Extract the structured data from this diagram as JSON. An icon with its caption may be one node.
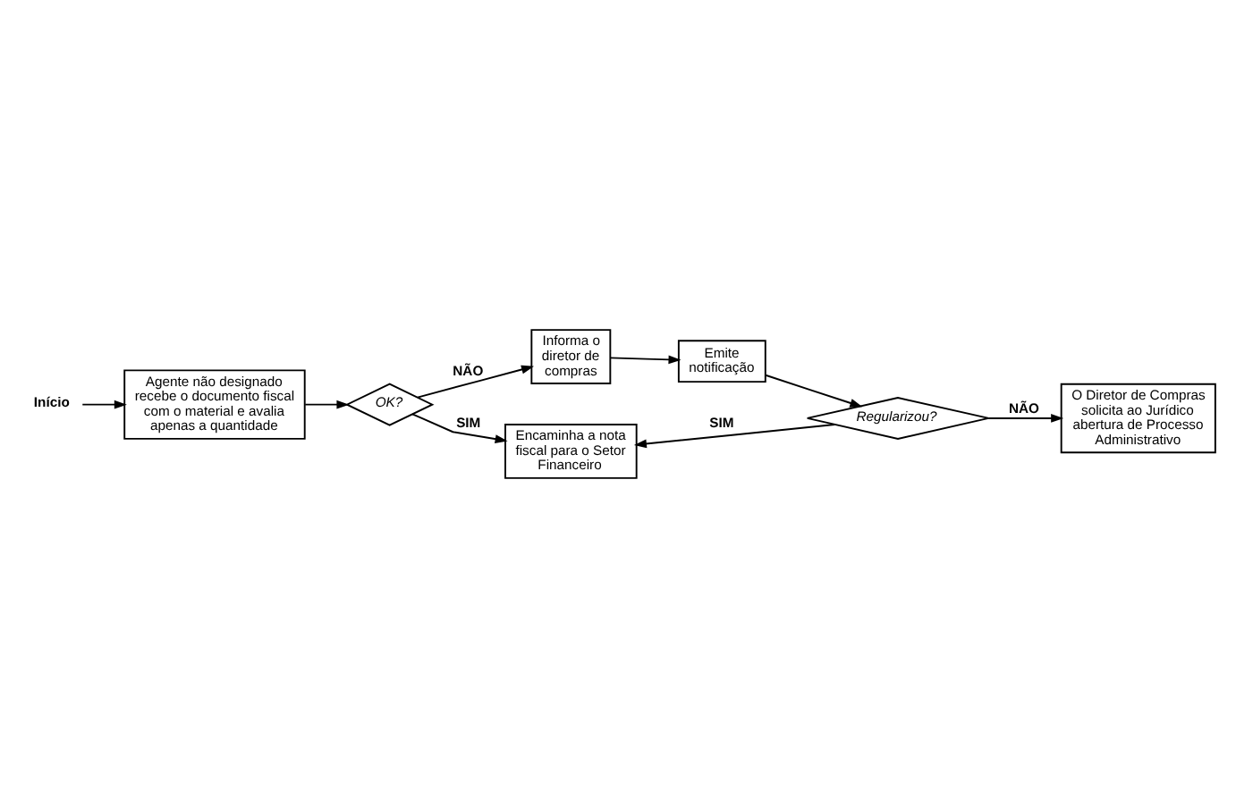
{
  "diagram": {
    "nodes": [
      {
        "text": [
          "Início"
        ]
      },
      {
        "text": [
          "Agente não designado recebe o documento fiscal com o material e avalia apenas a quantidade"
        ]
      },
      {
        "text": [
          "OK?"
        ]
      },
      {
        "text": [
          "Informa o diretor de compras"
        ]
      },
      {
        "text": [
          "Encaminha a nota fiscal para o Setor Financeiro"
        ]
      },
      {
        "text": [
          "Emite notificação"
        ]
      },
      {
        "text": [
          "Regularizou?"
        ]
      },
      {
        "text": [
          "O Diretor de Compras solicita ao Jurídico abertura de Processo Administrativo"
        ]
      }
    ],
    "edges": [
      {
        "from": 0,
        "to": 1,
        "arrow": "to"
      },
      {
        "from": 1,
        "to": 2,
        "arrow": "to"
      },
      {
        "from": 2,
        "to": 3,
        "arrow": "to",
        "label": "NÃO"
      },
      {
        "from": 2,
        "to": 4,
        "arrow": "to",
        "label": "SIM"
      },
      {
        "from": 3,
        "to": 5,
        "arrow": "to"
      },
      {
        "from": 5,
        "to": 6,
        "arrow": "to"
      },
      {
        "from": 6,
        "to": 7,
        "arrow": "to",
        "label": "NÃO"
      },
      {
        "from": 6,
        "to": 4,
        "arrow": "to",
        "label": "SIM"
      }
    ]
  }
}
